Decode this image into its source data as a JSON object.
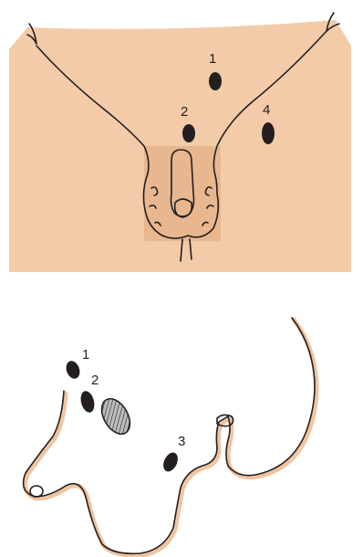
{
  "upper_diagram": {
    "markers": [
      {
        "label": "1"
      },
      {
        "label": "2"
      },
      {
        "label": "4"
      }
    ]
  },
  "lower_diagram": {
    "markers": [
      {
        "label": "1"
      },
      {
        "label": "2"
      },
      {
        "label": "3"
      }
    ]
  },
  "colors": {
    "skin": "#f4cba9",
    "skin_highlight": "#e9b98f",
    "outline": "#231f20",
    "marker": "#231f20",
    "hatch_fill": "#9a9a9a"
  }
}
